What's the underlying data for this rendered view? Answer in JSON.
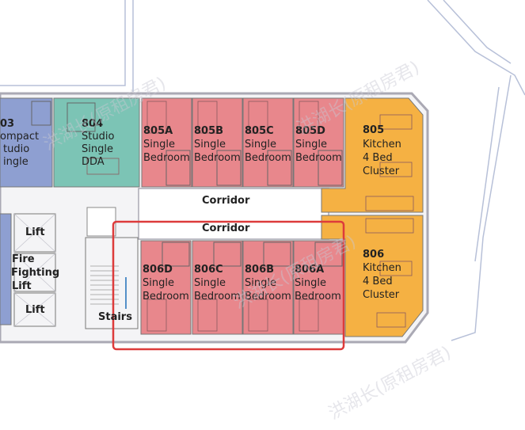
{
  "colors": {
    "single_bedroom": "#e8878c",
    "studio_dda": "#7cc4b5",
    "compact_studio": "#8e9fd1",
    "kitchen_cluster": "#f5b143",
    "wall": "#aaa9b4",
    "highlight": "#dd3b3b"
  },
  "rooms": {
    "r803": {
      "number": "03",
      "line1": "ompact",
      "line2": "tudio",
      "line3": "ingle"
    },
    "r804": {
      "number": "804",
      "line1": "Studio",
      "line2": "Single",
      "line3": "DDA"
    },
    "r805A": {
      "number": "805A",
      "line1": "Single",
      "line2": "Bedroom"
    },
    "r805B": {
      "number": "805B",
      "line1": "Single",
      "line2": "Bedroom"
    },
    "r805C": {
      "number": "805C",
      "line1": "Single",
      "line2": "Bedroom"
    },
    "r805D": {
      "number": "805D",
      "line1": "Single",
      "line2": "Bedroom"
    },
    "r805": {
      "number": "805",
      "line1": "Kitchen",
      "line2": "4 Bed",
      "line3": "Cluster"
    },
    "r806D": {
      "number": "806D",
      "line1": "Single",
      "line2": "Bedroom"
    },
    "r806C": {
      "number": "806C",
      "line1": "Single",
      "line2": "Bedroom"
    },
    "r806B": {
      "number": "806B",
      "line1": "Single",
      "line2": "Bedroom"
    },
    "r806A": {
      "number": "806A",
      "line1": "Single",
      "line2": "Bedroom"
    },
    "r806": {
      "number": "806",
      "line1": "Kitchen",
      "line2": "4 Bed",
      "line3": "Cluster"
    }
  },
  "corridor_upper": "Corridor",
  "corridor_lower": "Corridor",
  "lift_top": "Lift",
  "fire_line1": "Fire",
  "fire_line2": "Fighting",
  "fire_line3": "Lift",
  "lift_bottom": "Lift",
  "stairs": "Stairs",
  "watermark": "洪湖长(原租房君)"
}
